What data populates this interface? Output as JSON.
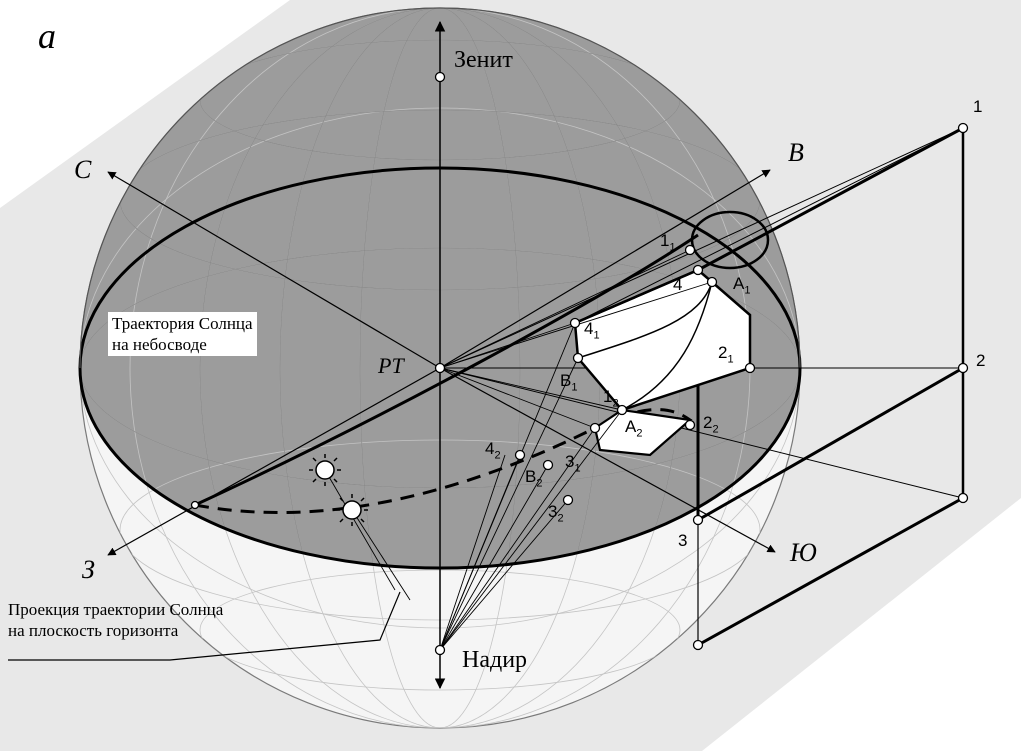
{
  "panel_label": "а",
  "directions": {
    "zenith": "Зенит",
    "nadir": "Надир",
    "north": "С",
    "east": "В",
    "west": "З",
    "south": "Ю"
  },
  "center_label": "РТ",
  "callouts": {
    "sun_path": [
      "Траектория Солнца",
      "на небосводе"
    ],
    "sun_projection": [
      "Проекция траектории Солнца",
      "на плоскость горизонта"
    ]
  },
  "panel_corners": [
    "1",
    "2",
    "3"
  ],
  "points": {
    "p1_1": [
      "1",
      "1"
    ],
    "p4": [
      "4",
      ""
    ],
    "pA1": [
      "А",
      "1"
    ],
    "p4_1": [
      "4",
      "1"
    ],
    "p2_1": [
      "2",
      "1"
    ],
    "pB1": [
      "В",
      "1"
    ],
    "p1_2": [
      "1",
      "2"
    ],
    "pA2": [
      "А",
      "2"
    ],
    "p2_2": [
      "2",
      "2"
    ],
    "p3_1": [
      "3",
      "1"
    ],
    "p4_2": [
      "4",
      "2"
    ],
    "pB2": [
      "В",
      "2"
    ],
    "p3_2": [
      "3",
      "2"
    ]
  }
}
